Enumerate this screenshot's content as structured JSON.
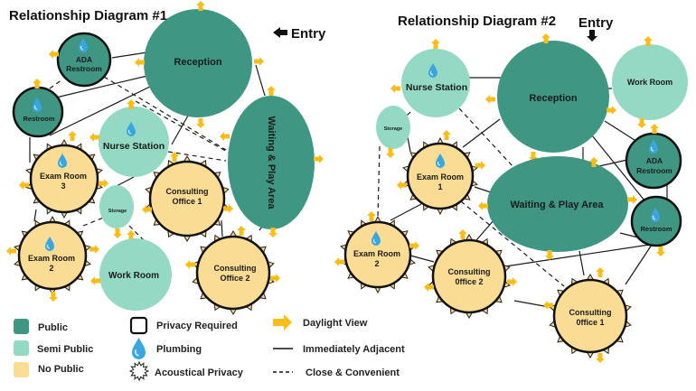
{
  "colors": {
    "public": "#3f9683",
    "semi_public": "#94d9c3",
    "no_public": "#fbdc95",
    "daylight": "#f8bd16",
    "water": "#3aa6e0",
    "outline": "#111111"
  },
  "diagram1": {
    "title": "Relationship Diagram #1",
    "entry_label": "Entry",
    "rooms": {
      "reception": {
        "label": "Reception"
      },
      "waiting": {
        "label": "Waiting & Play Area"
      },
      "ada": {
        "line1": "ADA",
        "line2": "Restroom"
      },
      "restroom": {
        "label": "Restroom"
      },
      "nurse": {
        "label": "Nurse Station"
      },
      "exam3": {
        "line1": "Exam Room",
        "line2": "3"
      },
      "exam2": {
        "line1": "Exam Room",
        "line2": "2"
      },
      "storage": {
        "label": "Storage"
      },
      "consult1": {
        "line1": "Consulting",
        "line2": "Office 1"
      },
      "consult2": {
        "line1": "Consulting",
        "line2": "Office 2"
      },
      "work": {
        "label": "Work Room"
      }
    }
  },
  "diagram2": {
    "title": "Relationship Diagram #2",
    "entry_label": "Entry",
    "rooms": {
      "nurse": {
        "label": "Nurse Station"
      },
      "reception": {
        "label": "Reception"
      },
      "work": {
        "label": "Work Room"
      },
      "storage": {
        "label": "Storage"
      },
      "exam1": {
        "line1": "Exam Room",
        "line2": "1"
      },
      "waiting": {
        "label": "Waiting & Play Area"
      },
      "ada": {
        "line1": "ADA",
        "line2": "Restroom"
      },
      "restroom": {
        "label": "Restroom"
      },
      "exam2": {
        "line1": "Exam Room",
        "line2": "2"
      },
      "consult2": {
        "line1": "Consulting",
        "line2": "0ffice 2"
      },
      "consult1": {
        "line1": "Consulting",
        "line2": "0ffice 1"
      }
    }
  },
  "legend": {
    "public": "Public",
    "semi_public": "Semi Public",
    "no_public": "No Public",
    "privacy_required": "Privacy Required",
    "plumbing": "Plumbing",
    "acoustical_privacy": "Acoustical Privacy",
    "daylight_view": "Daylight View",
    "immediately_adjacent": "Immediately Adjacent",
    "close_convenient": "Close & Convenient"
  }
}
